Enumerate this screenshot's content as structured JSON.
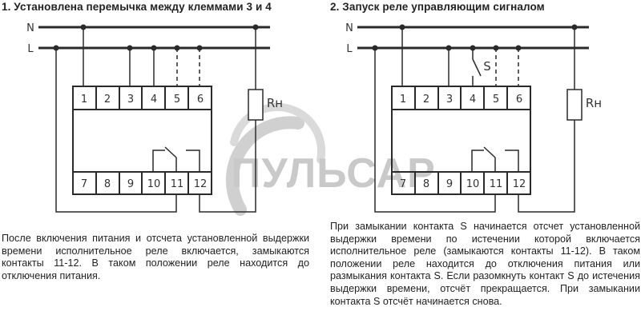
{
  "watermark": {
    "text": "ПУЛЬСАР",
    "color": "#c8c8c8"
  },
  "bus_labels": {
    "neutral": "N",
    "line": "L"
  },
  "load_label": "Rн",
  "load_label_main": "R",
  "load_label_sub": "н",
  "switch_label": "S",
  "terminals": {
    "top": [
      "1",
      "2",
      "3",
      "4",
      "5",
      "6"
    ],
    "bottom": [
      "7",
      "8",
      "9",
      "10",
      "11",
      "12"
    ]
  },
  "diagrams": [
    {
      "title": "1. Установлена перемычка между  клеммами 3 и 4",
      "description": "После включения питания и отсчета установленной выдержки времени исполнительное реле включается, замыкаются контакты 11-12. В таком положении реле находится до отключения питания."
    },
    {
      "title": "2. Запуск реле управляющим сигналом",
      "description": "При замыкании контакта S начинается отсчет установленной выдержки времени по истечении которой включается исполнительное реле (замыкаются контакты 11-12). В таком положении реле находится до отключения питания или размыкания контакта S. Если разомкнуть контакт S до истечения выдержки времени, отсчёт прекращается. При замыкании контакта S отсчёт начинается снова."
    }
  ]
}
